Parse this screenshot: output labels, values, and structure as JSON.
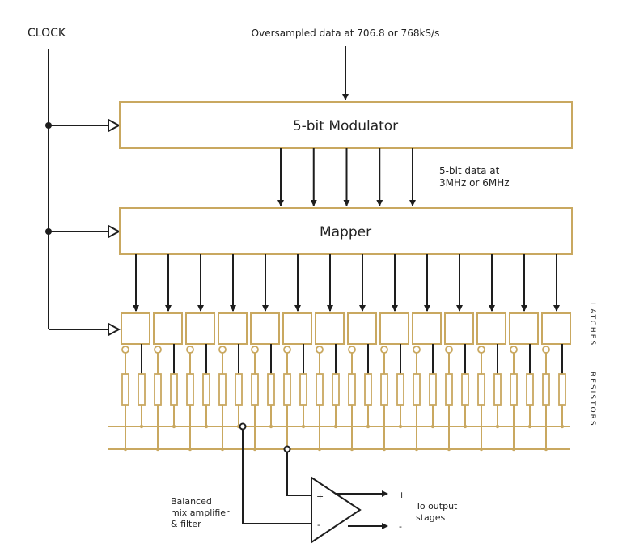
{
  "labels": {
    "clock": "CLOCK",
    "input": "Oversampled data at 706.8 or 768kS/s",
    "modulator": "5-bit Modulator",
    "mapper": "Mapper",
    "mid_data_line1": "5-bit data at",
    "mid_data_line2": "3MHz or 6MHz",
    "latches": "LATCHES",
    "resistors": "RESISTORS",
    "amp_line1": "Balanced",
    "amp_line2": "mix amplifier",
    "amp_line3": "& filter",
    "plus": "+",
    "minus": "-",
    "out_plus": "+",
    "out_minus": "-",
    "out_line1": "To output",
    "out_line2": "stages"
  },
  "colors": {
    "gold": "#c9a860",
    "line": "#1e1e1e",
    "text": "#222222"
  },
  "structure": {
    "modulator_outputs": 5,
    "mapper_outputs": 14,
    "latches": 14,
    "resistors": 28
  }
}
